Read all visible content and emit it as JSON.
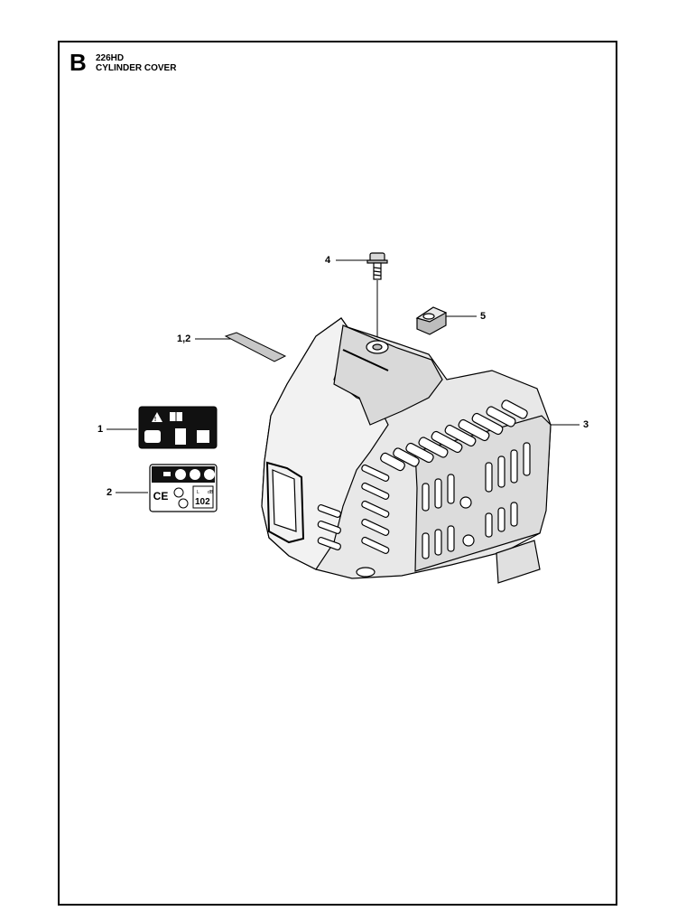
{
  "header": {
    "section": "B",
    "model": "226HD",
    "title": "CYLINDER COVER"
  },
  "callouts": [
    {
      "id": "4",
      "label": "4"
    },
    {
      "id": "5",
      "label": "5"
    },
    {
      "id": "12",
      "label": "1,2"
    },
    {
      "id": "1",
      "label": "1"
    },
    {
      "id": "2",
      "label": "2"
    },
    {
      "id": "3",
      "label": "3"
    }
  ],
  "decal2": {
    "ce_mark": "CE",
    "sound_level": "102",
    "sound_unit": "dB",
    "sound_prefix": "L"
  }
}
